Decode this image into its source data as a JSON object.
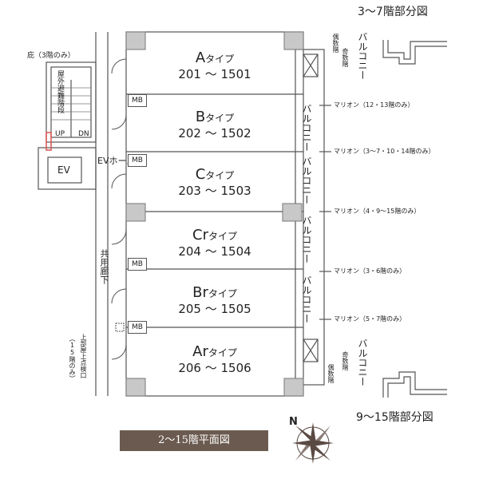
{
  "titles": {
    "partial_3_7": "3〜7階部分図",
    "partial_9_15": "9〜15階部分図",
    "floor_plan": "2〜15階平面図"
  },
  "units": [
    {
      "type": "A",
      "suffix": "タイプ",
      "range": "201 〜 1501"
    },
    {
      "type": "B",
      "suffix": "タイプ",
      "range": "202 〜 1502"
    },
    {
      "type": "C",
      "suffix": "タイプ",
      "range": "203 〜 1503"
    },
    {
      "type": "Cr",
      "suffix": "タイプ",
      "range": "204 〜 1504"
    },
    {
      "type": "Br",
      "suffix": "タイプ",
      "range": "205 〜 1505"
    },
    {
      "type": "Ar",
      "suffix": "タイプ",
      "range": "206 〜 1506"
    }
  ],
  "mb_label": "MB",
  "labels": {
    "eaves": "庇（3階のみ）",
    "outdoor_stairs": "屋外避難階段",
    "up": "UP",
    "dn": "DN",
    "ev": "EV",
    "ev_hall": "EVホール",
    "common_corridor": "共用廊下",
    "inspection_hatch": "上部屋上点検口",
    "inspection_hatch_note": "（15階のみ）",
    "even_floor_top": "偶数階",
    "odd_floor_top": "奇数階",
    "odd_floor_bottom": "奇数階",
    "even_floor_bottom": "偶数階",
    "balcony": "バルコニー"
  },
  "mullions": [
    "マリオン（12・13階のみ）",
    "マリオン（3〜7・10・14階のみ）",
    "マリオン（4・9〜15階のみ）",
    "マリオン（3・6階のみ）",
    "マリオン（5・7階のみ）"
  ],
  "compass": {
    "north": "N"
  },
  "colors": {
    "wall": "#c8c8c8",
    "line": "#555555",
    "title_bar": "#6b5a4f",
    "accent_red": "#d9534f"
  }
}
